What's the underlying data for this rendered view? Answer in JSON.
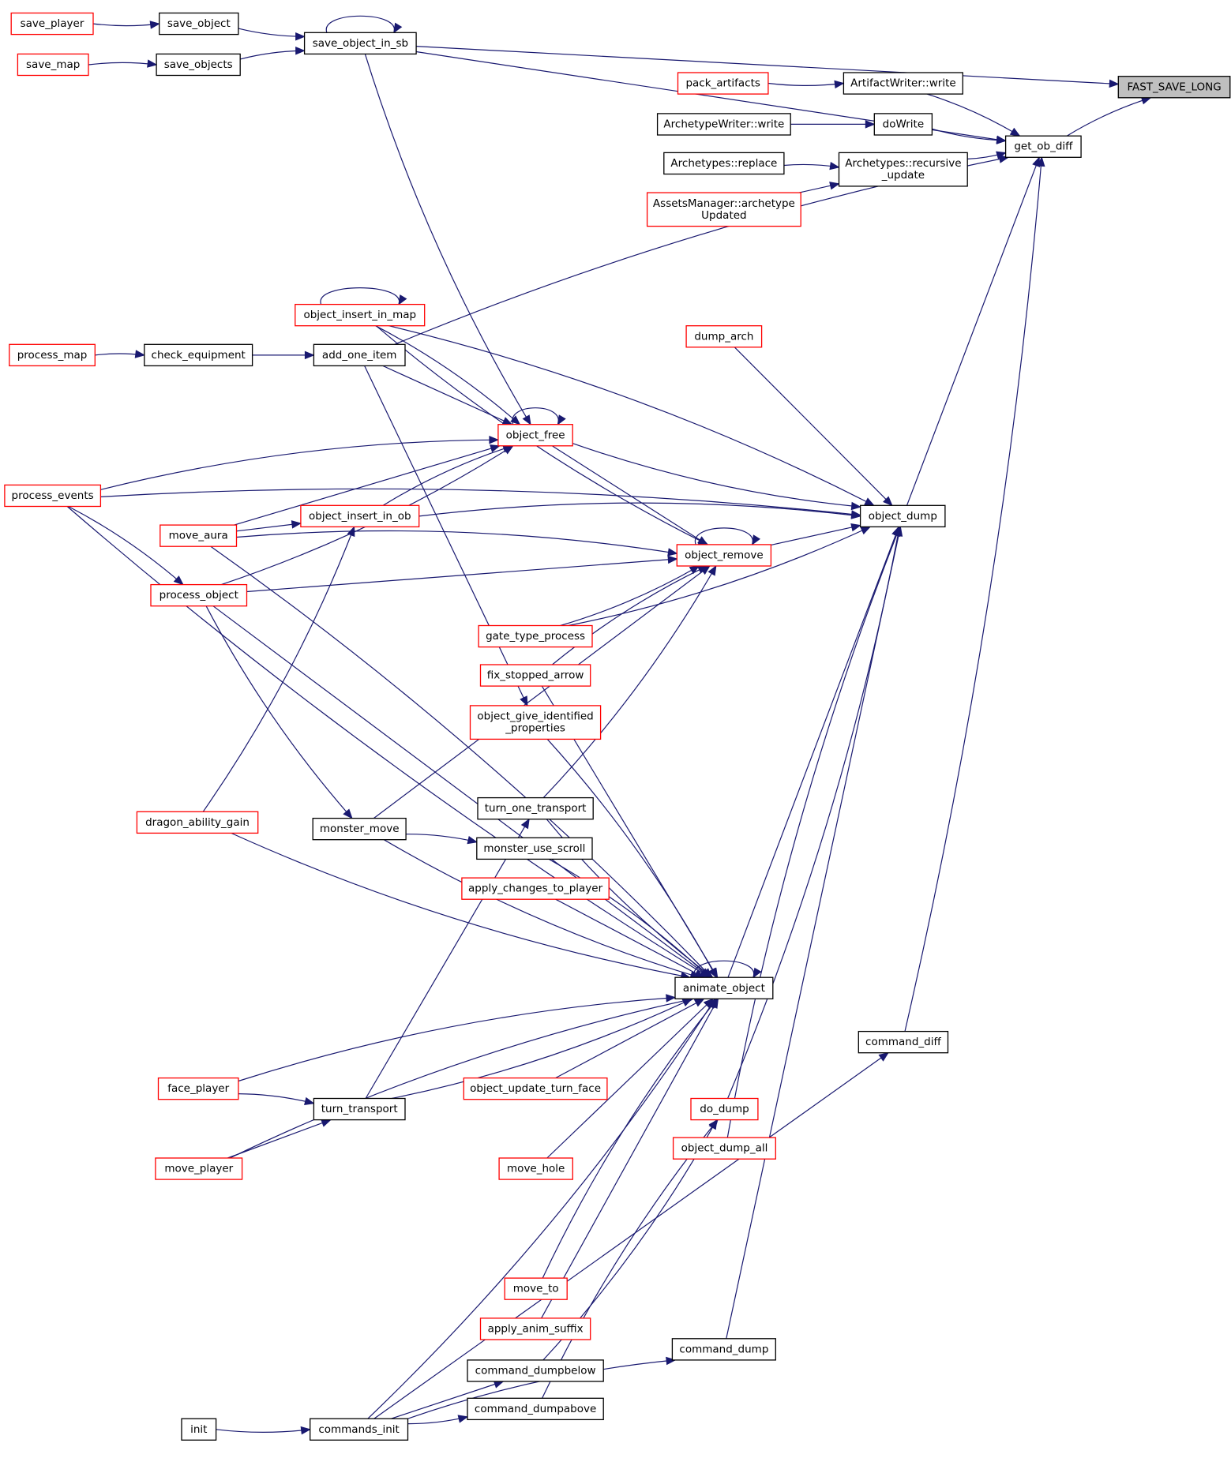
{
  "diagram": {
    "root": "FAST_SAVE_LONG",
    "nodes": {
      "FAST_SAVE_LONG": {
        "lines": [
          "FAST_SAVE_LONG"
        ],
        "style": "root"
      },
      "get_ob_diff": {
        "lines": [
          "get_ob_diff"
        ],
        "style": "black"
      },
      "save_object_in_sb": {
        "lines": [
          "save_object_in_sb"
        ],
        "style": "black"
      },
      "save_object": {
        "lines": [
          "save_object"
        ],
        "style": "black"
      },
      "save_objects": {
        "lines": [
          "save_objects"
        ],
        "style": "black"
      },
      "save_player": {
        "lines": [
          "save_player"
        ],
        "style": "red"
      },
      "save_map": {
        "lines": [
          "save_map"
        ],
        "style": "red"
      },
      "pack_artifacts": {
        "lines": [
          "pack_artifacts"
        ],
        "style": "red"
      },
      "ArtifactWriter_write": {
        "lines": [
          "ArtifactWriter::write"
        ],
        "style": "black"
      },
      "ArchetypeWriter_write": {
        "lines": [
          "ArchetypeWriter::write"
        ],
        "style": "black"
      },
      "doWrite": {
        "lines": [
          "doWrite"
        ],
        "style": "black"
      },
      "Archetypes_replace": {
        "lines": [
          "Archetypes::replace"
        ],
        "style": "black"
      },
      "Archetypes_recursive_update": {
        "lines": [
          "Archetypes::recursive",
          "_update"
        ],
        "style": "black"
      },
      "AssetsManager_archetypeUpdated": {
        "lines": [
          "AssetsManager::archetype",
          "Updated"
        ],
        "style": "red"
      },
      "object_insert_in_map": {
        "lines": [
          "object_insert_in_map"
        ],
        "style": "red"
      },
      "dump_arch": {
        "lines": [
          "dump_arch"
        ],
        "style": "red"
      },
      "process_map": {
        "lines": [
          "process_map"
        ],
        "style": "red"
      },
      "check_equipment": {
        "lines": [
          "check_equipment"
        ],
        "style": "black"
      },
      "add_one_item": {
        "lines": [
          "add_one_item"
        ],
        "style": "black"
      },
      "object_free": {
        "lines": [
          "object_free"
        ],
        "style": "red"
      },
      "process_events": {
        "lines": [
          "process_events"
        ],
        "style": "red"
      },
      "object_insert_in_ob": {
        "lines": [
          "object_insert_in_ob"
        ],
        "style": "red"
      },
      "object_dump": {
        "lines": [
          "object_dump"
        ],
        "style": "black"
      },
      "move_aura": {
        "lines": [
          "move_aura"
        ],
        "style": "red"
      },
      "object_remove": {
        "lines": [
          "object_remove"
        ],
        "style": "red"
      },
      "process_object": {
        "lines": [
          "process_object"
        ],
        "style": "red"
      },
      "gate_type_process": {
        "lines": [
          "gate_type_process"
        ],
        "style": "red"
      },
      "fix_stopped_arrow": {
        "lines": [
          "fix_stopped_arrow"
        ],
        "style": "red"
      },
      "object_give_identified_properties": {
        "lines": [
          "object_give_identified",
          "_properties"
        ],
        "style": "red"
      },
      "turn_one_transport": {
        "lines": [
          "turn_one_transport"
        ],
        "style": "black"
      },
      "dragon_ability_gain": {
        "lines": [
          "dragon_ability_gain"
        ],
        "style": "red"
      },
      "monster_move": {
        "lines": [
          "monster_move"
        ],
        "style": "black"
      },
      "monster_use_scroll": {
        "lines": [
          "monster_use_scroll"
        ],
        "style": "black"
      },
      "apply_changes_to_player": {
        "lines": [
          "apply_changes_to_player"
        ],
        "style": "red"
      },
      "animate_object": {
        "lines": [
          "animate_object"
        ],
        "style": "black"
      },
      "command_diff": {
        "lines": [
          "command_diff"
        ],
        "style": "black"
      },
      "face_player": {
        "lines": [
          "face_player"
        ],
        "style": "red"
      },
      "object_update_turn_face": {
        "lines": [
          "object_update_turn_face"
        ],
        "style": "red"
      },
      "turn_transport": {
        "lines": [
          "turn_transport"
        ],
        "style": "black"
      },
      "do_dump": {
        "lines": [
          "do_dump"
        ],
        "style": "red"
      },
      "object_dump_all": {
        "lines": [
          "object_dump_all"
        ],
        "style": "red"
      },
      "move_player": {
        "lines": [
          "move_player"
        ],
        "style": "red"
      },
      "move_hole": {
        "lines": [
          "move_hole"
        ],
        "style": "red"
      },
      "move_to": {
        "lines": [
          "move_to"
        ],
        "style": "red"
      },
      "apply_anim_suffix": {
        "lines": [
          "apply_anim_suffix"
        ],
        "style": "red"
      },
      "command_dump": {
        "lines": [
          "command_dump"
        ],
        "style": "black"
      },
      "command_dumpbelow": {
        "lines": [
          "command_dumpbelow"
        ],
        "style": "black"
      },
      "command_dumpabove": {
        "lines": [
          "command_dumpabove"
        ],
        "style": "black"
      },
      "init": {
        "lines": [
          "init"
        ],
        "style": "black"
      },
      "commands_init": {
        "lines": [
          "commands_init"
        ],
        "style": "black"
      }
    },
    "edges": [
      [
        "get_ob_diff",
        "FAST_SAVE_LONG"
      ],
      [
        "save_object_in_sb",
        "FAST_SAVE_LONG"
      ],
      [
        "save_object",
        "save_object_in_sb"
      ],
      [
        "save_objects",
        "save_object_in_sb"
      ],
      [
        "save_object_in_sb",
        "save_object_in_sb"
      ],
      [
        "save_player",
        "save_object"
      ],
      [
        "save_map",
        "save_objects"
      ],
      [
        "save_object_in_sb",
        "get_ob_diff"
      ],
      [
        "pack_artifacts",
        "ArtifactWriter_write"
      ],
      [
        "ArtifactWriter_write",
        "get_ob_diff"
      ],
      [
        "ArchetypeWriter_write",
        "doWrite"
      ],
      [
        "doWrite",
        "get_ob_diff"
      ],
      [
        "Archetypes_replace",
        "Archetypes_recursive_update"
      ],
      [
        "AssetsManager_archetypeUpdated",
        "Archetypes_recursive_update"
      ],
      [
        "Archetypes_recursive_update",
        "get_ob_diff"
      ],
      [
        "add_one_item",
        "get_ob_diff"
      ],
      [
        "object_dump",
        "get_ob_diff"
      ],
      [
        "command_diff",
        "get_ob_diff"
      ],
      [
        "process_map",
        "check_equipment"
      ],
      [
        "check_equipment",
        "add_one_item"
      ],
      [
        "object_insert_in_map",
        "object_insert_in_map"
      ],
      [
        "object_insert_in_map",
        "object_dump"
      ],
      [
        "dump_arch",
        "object_dump"
      ],
      [
        "object_free",
        "object_dump"
      ],
      [
        "object_insert_in_ob",
        "object_dump"
      ],
      [
        "object_remove",
        "object_dump"
      ],
      [
        "gate_type_process",
        "object_dump"
      ],
      [
        "process_events",
        "object_dump"
      ],
      [
        "animate_object",
        "object_dump"
      ],
      [
        "do_dump",
        "object_dump"
      ],
      [
        "object_dump_all",
        "object_dump"
      ],
      [
        "command_dump",
        "object_dump"
      ],
      [
        "object_free",
        "object_free"
      ],
      [
        "object_insert_in_map",
        "object_free"
      ],
      [
        "add_one_item",
        "object_free"
      ],
      [
        "save_object_in_sb",
        "object_free"
      ],
      [
        "process_events",
        "object_free"
      ],
      [
        "move_aura",
        "object_free"
      ],
      [
        "process_object",
        "object_free"
      ],
      [
        "object_insert_in_ob",
        "object_free"
      ],
      [
        "move_aura",
        "object_insert_in_ob"
      ],
      [
        "dragon_ability_gain",
        "object_insert_in_ob"
      ],
      [
        "object_remove",
        "object_remove"
      ],
      [
        "object_free",
        "object_remove"
      ],
      [
        "object_insert_in_map",
        "object_remove"
      ],
      [
        "move_aura",
        "object_remove"
      ],
      [
        "process_object",
        "object_remove"
      ],
      [
        "gate_type_process",
        "object_remove"
      ],
      [
        "fix_stopped_arrow",
        "object_remove"
      ],
      [
        "monster_move",
        "object_remove"
      ],
      [
        "turn_one_transport",
        "object_remove"
      ],
      [
        "process_events",
        "process_object"
      ],
      [
        "add_one_item",
        "object_give_identified_properties"
      ],
      [
        "process_object",
        "monster_move"
      ],
      [
        "monster_move",
        "monster_use_scroll"
      ],
      [
        "turn_transport",
        "turn_one_transport"
      ],
      [
        "animate_object",
        "animate_object"
      ],
      [
        "object_give_identified_properties",
        "animate_object"
      ],
      [
        "fix_stopped_arrow",
        "animate_object"
      ],
      [
        "turn_one_transport",
        "animate_object"
      ],
      [
        "monster_use_scroll",
        "animate_object"
      ],
      [
        "apply_changes_to_player",
        "animate_object"
      ],
      [
        "monster_move",
        "animate_object"
      ],
      [
        "move_aura",
        "animate_object"
      ],
      [
        "process_object",
        "animate_object"
      ],
      [
        "dragon_ability_gain",
        "animate_object"
      ],
      [
        "face_player",
        "animate_object"
      ],
      [
        "object_update_turn_face",
        "animate_object"
      ],
      [
        "turn_transport",
        "animate_object"
      ],
      [
        "move_player",
        "animate_object"
      ],
      [
        "move_hole",
        "animate_object"
      ],
      [
        "process_events",
        "animate_object"
      ],
      [
        "move_to",
        "animate_object"
      ],
      [
        "apply_anim_suffix",
        "animate_object"
      ],
      [
        "commands_init",
        "animate_object"
      ],
      [
        "face_player",
        "turn_transport"
      ],
      [
        "move_player",
        "turn_transport"
      ],
      [
        "command_dumpbelow",
        "do_dump"
      ],
      [
        "command_dumpabove",
        "do_dump"
      ],
      [
        "commands_init",
        "command_dumpbelow"
      ],
      [
        "commands_init",
        "command_dumpabove"
      ],
      [
        "commands_init",
        "command_dump"
      ],
      [
        "commands_init",
        "command_diff"
      ],
      [
        "init",
        "commands_init"
      ]
    ]
  }
}
